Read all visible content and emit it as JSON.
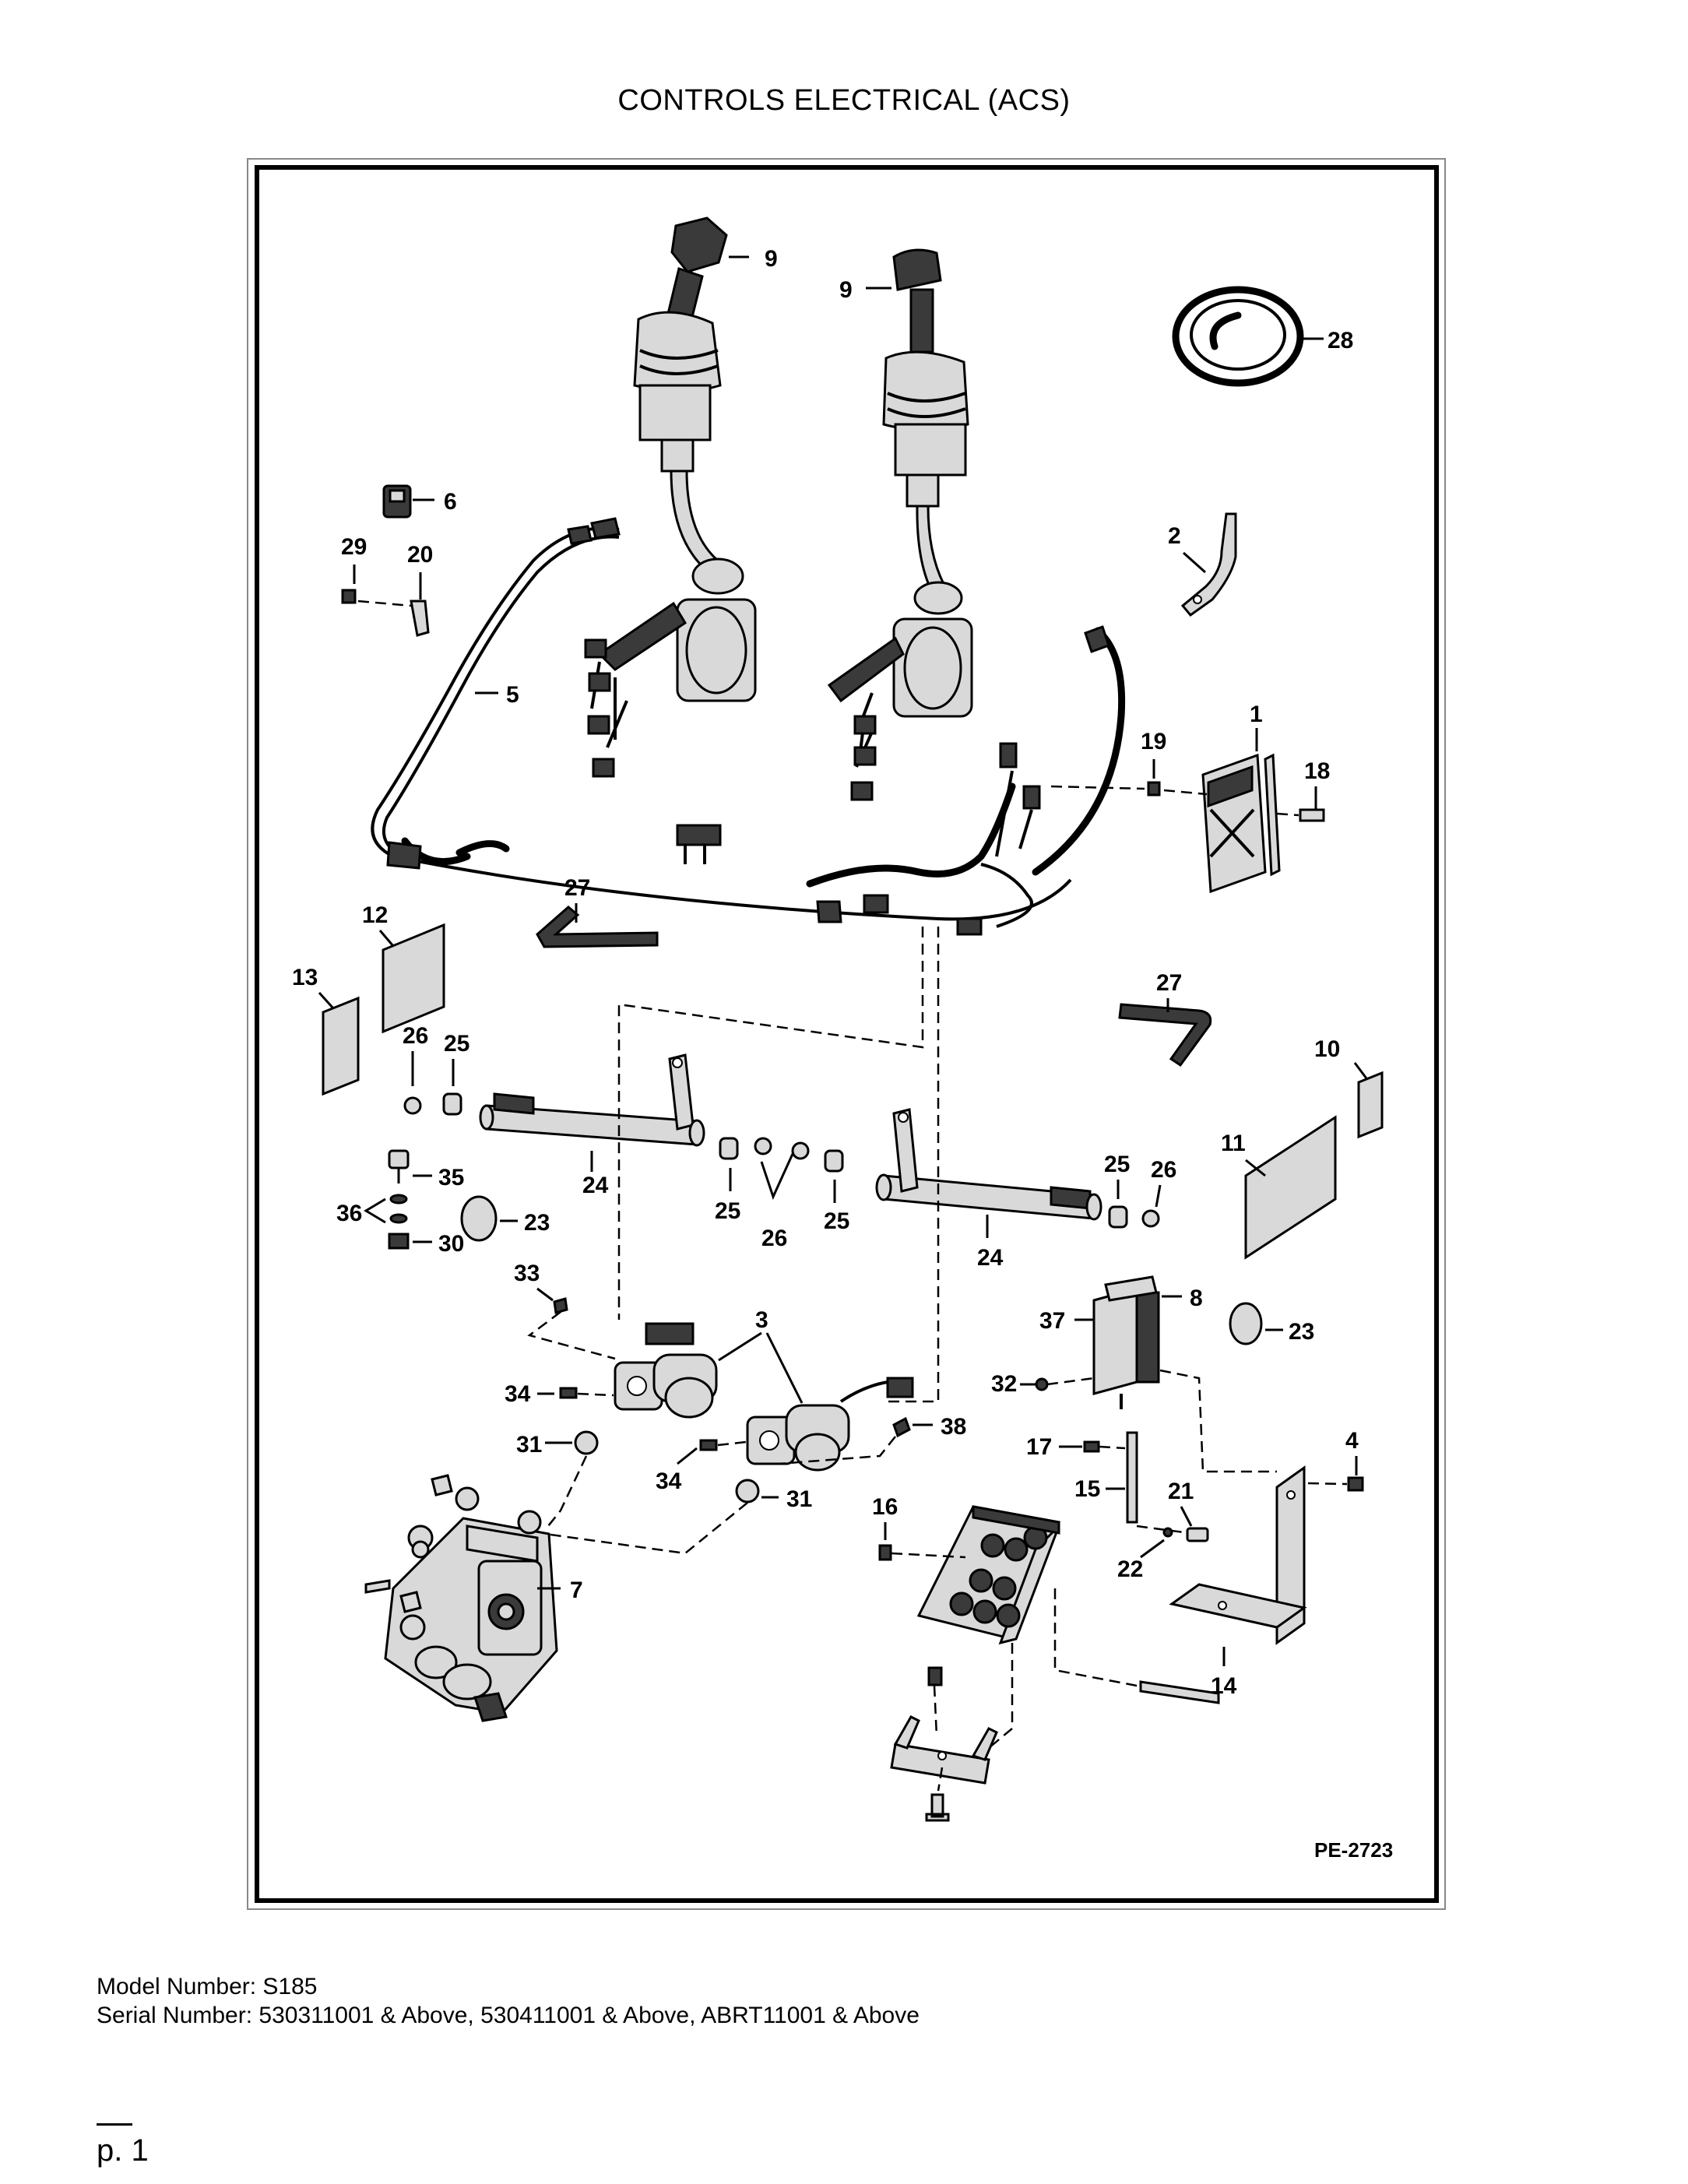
{
  "page": {
    "title": "CONTROLS ELECTRICAL (ACS)",
    "figure_code": "PE-2723",
    "model_line": "Model Number: S185",
    "serial_line": "Serial Number: 530311001 & Above, 530411001 & Above, ABRT11001 & Above",
    "page_number": "p. 1"
  },
  "callouts": {
    "c1": "1",
    "c2": "2",
    "c3": "3",
    "c4": "4",
    "c5": "5",
    "c6": "6",
    "c7": "7",
    "c8": "8",
    "c9a": "9",
    "c9b": "9",
    "c10": "10",
    "c11": "11",
    "c12": "12",
    "c13": "13",
    "c14": "14",
    "c15": "15",
    "c16": "16",
    "c17": "17",
    "c18": "18",
    "c19": "19",
    "c20": "20",
    "c21": "21",
    "c22": "22",
    "c23a": "23",
    "c23b": "23",
    "c24a": "24",
    "c24b": "24",
    "c25a": "25",
    "c25b": "25",
    "c25c": "25",
    "c25d": "25",
    "c26a": "26",
    "c26b": "26",
    "c26c": "26",
    "c27a": "27",
    "c27b": "27",
    "c28": "28",
    "c29": "29",
    "c30": "30",
    "c31a": "31",
    "c31b": "31",
    "c32": "32",
    "c33": "33",
    "c34a": "34",
    "c34b": "34",
    "c35": "35",
    "c36": "36",
    "c37": "37",
    "c38": "38"
  },
  "colors": {
    "ink": "#000000",
    "frame": "#000000",
    "part_fill": "#d9d9d9",
    "part_dark": "#3a3a3a"
  }
}
